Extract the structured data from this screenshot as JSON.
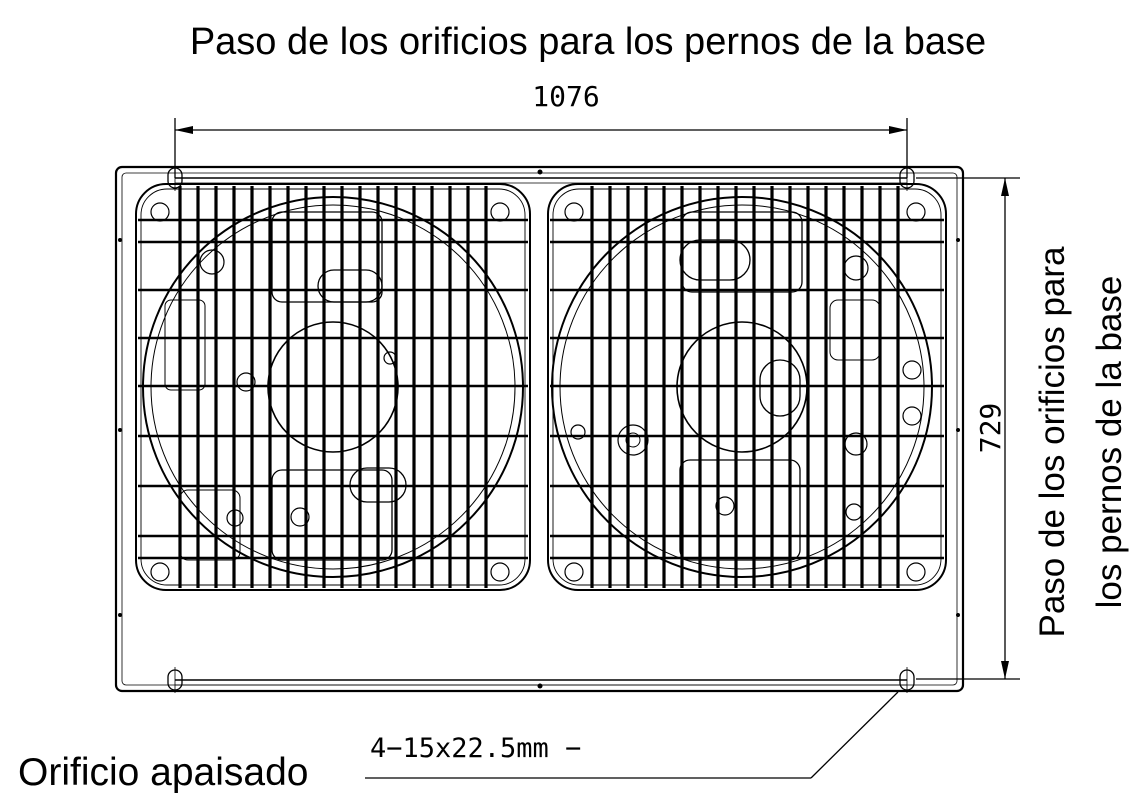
{
  "title": "Paso de los orificios para los pernos de la base",
  "dimensions": {
    "horizontal_pitch": "1076",
    "vertical_pitch": "729"
  },
  "side_label": {
    "line1": "Paso de los orificios para",
    "line2": "los pernos de la base"
  },
  "callout": {
    "spec": "4−15x22.5mm −",
    "label": "Orificio apaisado"
  }
}
